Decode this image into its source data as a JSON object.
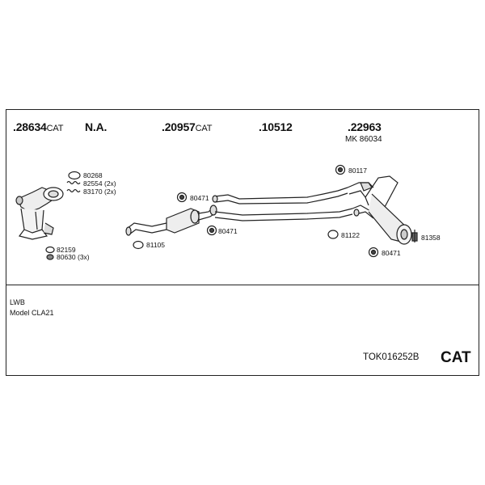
{
  "header": {
    "part_numbers": [
      {
        "number": ".28634",
        "suffix": "CAT"
      },
      {
        "number": "N.A.",
        "suffix": ""
      },
      {
        "number": ".20957",
        "suffix": "CAT"
      },
      {
        "number": ".10512",
        "suffix": ""
      },
      {
        "number": ".22963",
        "suffix": ""
      }
    ],
    "mk_note": "MK 86034"
  },
  "callouts": {
    "c80268": "80268",
    "c82554": "82554 (2x)",
    "c83170": "83170 (2x)",
    "c82159": "82159",
    "c80630": "80630 (3x)",
    "c81105": "81105",
    "c80471a": "80471",
    "c80471b": "80471",
    "c80471c": "80471",
    "c80117": "80117",
    "c81122": "81122",
    "c81358": "81358"
  },
  "footer": {
    "line1": "LWB",
    "line2": "Model CLA21",
    "code": "TOK016252B",
    "tag": "CAT"
  }
}
